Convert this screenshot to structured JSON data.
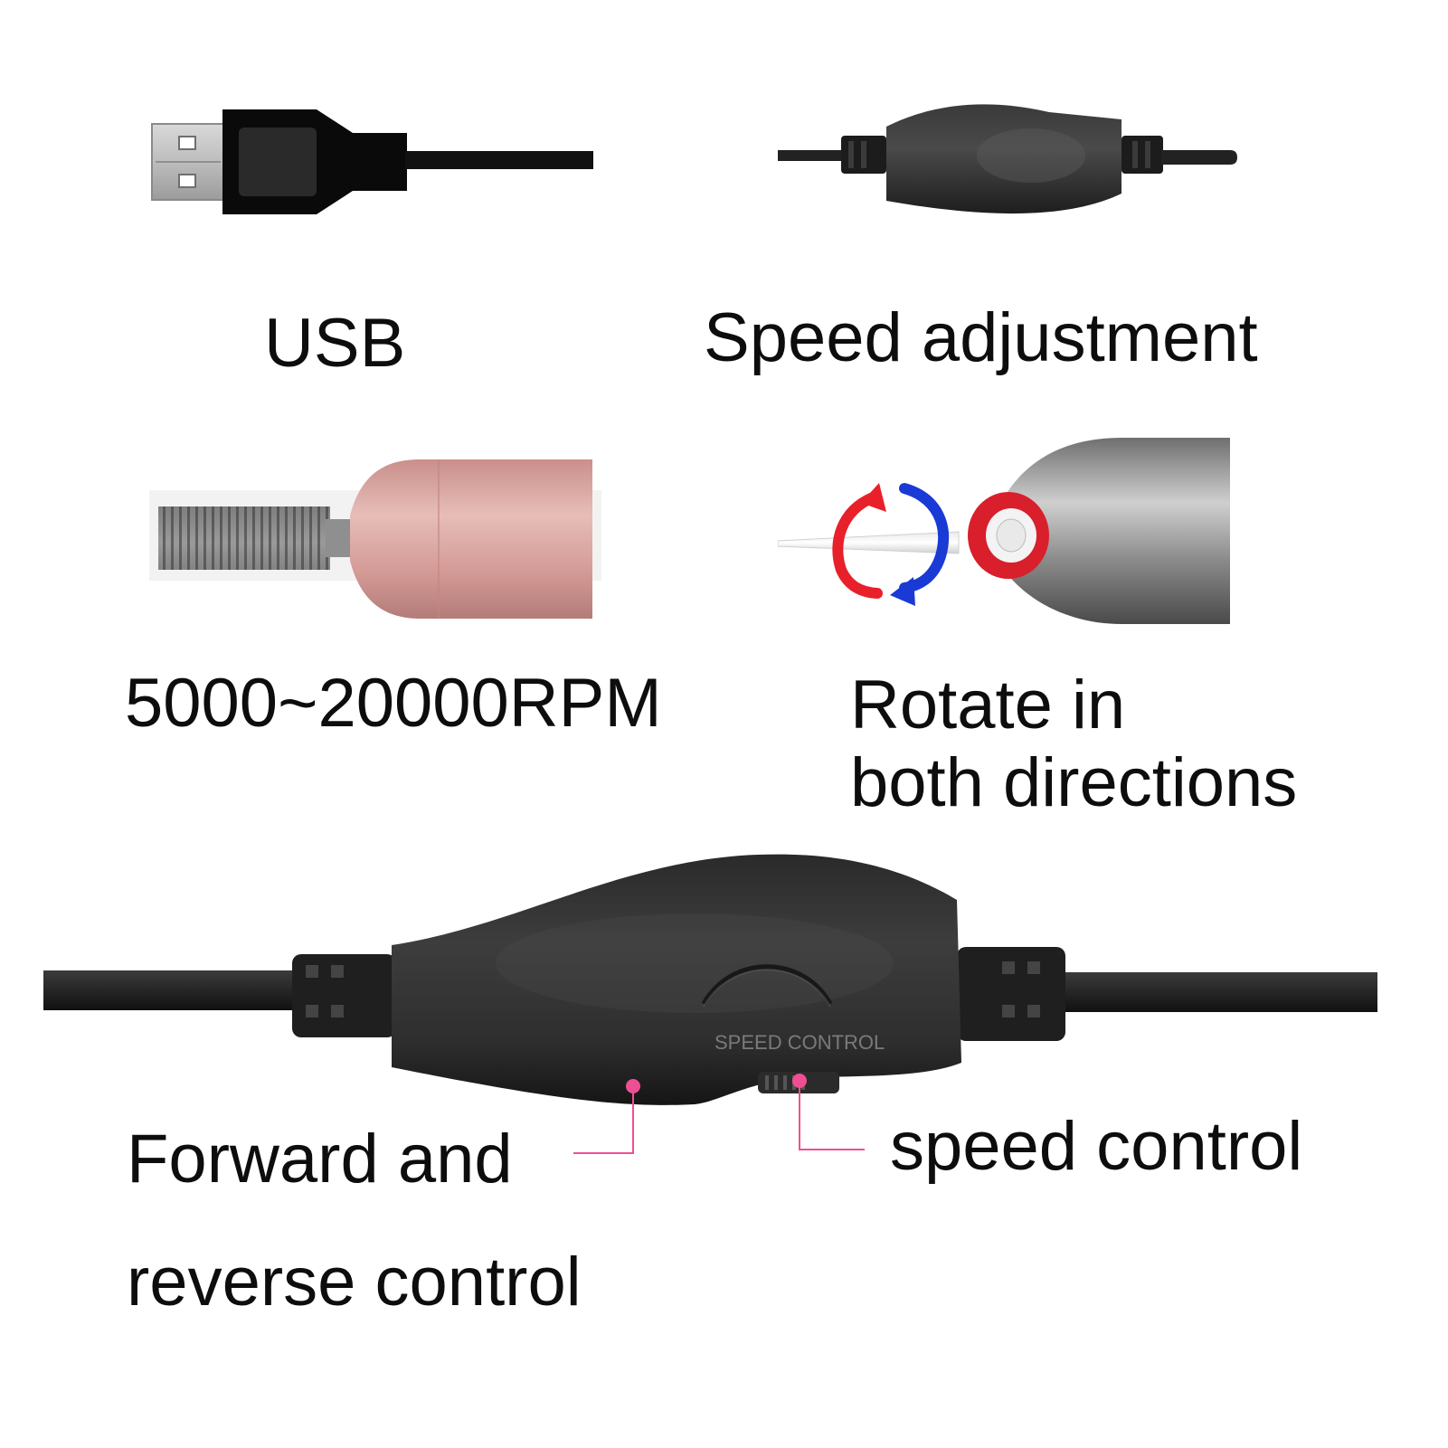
{
  "captions": {
    "usb": "USB",
    "speed_adjustment": "Speed adjustment",
    "rpm": "5000~20000RPM",
    "rotate_line1": "Rotate in",
    "rotate_line2": "both directions",
    "forward_line1": "Forward and",
    "forward_line2": "reverse control",
    "speed_control": "speed control"
  },
  "controller_label": "SPEED  CONTROL",
  "colors": {
    "callout": "#ee4f93",
    "rose_gold": "#d7a7a3",
    "cable": "#1b1b1b",
    "arrow_red": "#e8202a",
    "arrow_blue": "#1a3ad6"
  },
  "icons": {
    "usb": "usb-plug-icon",
    "speed": "inline-controller-icon",
    "bit": "drill-bit-icon",
    "rotate": "rotation-arrows-icon"
  }
}
